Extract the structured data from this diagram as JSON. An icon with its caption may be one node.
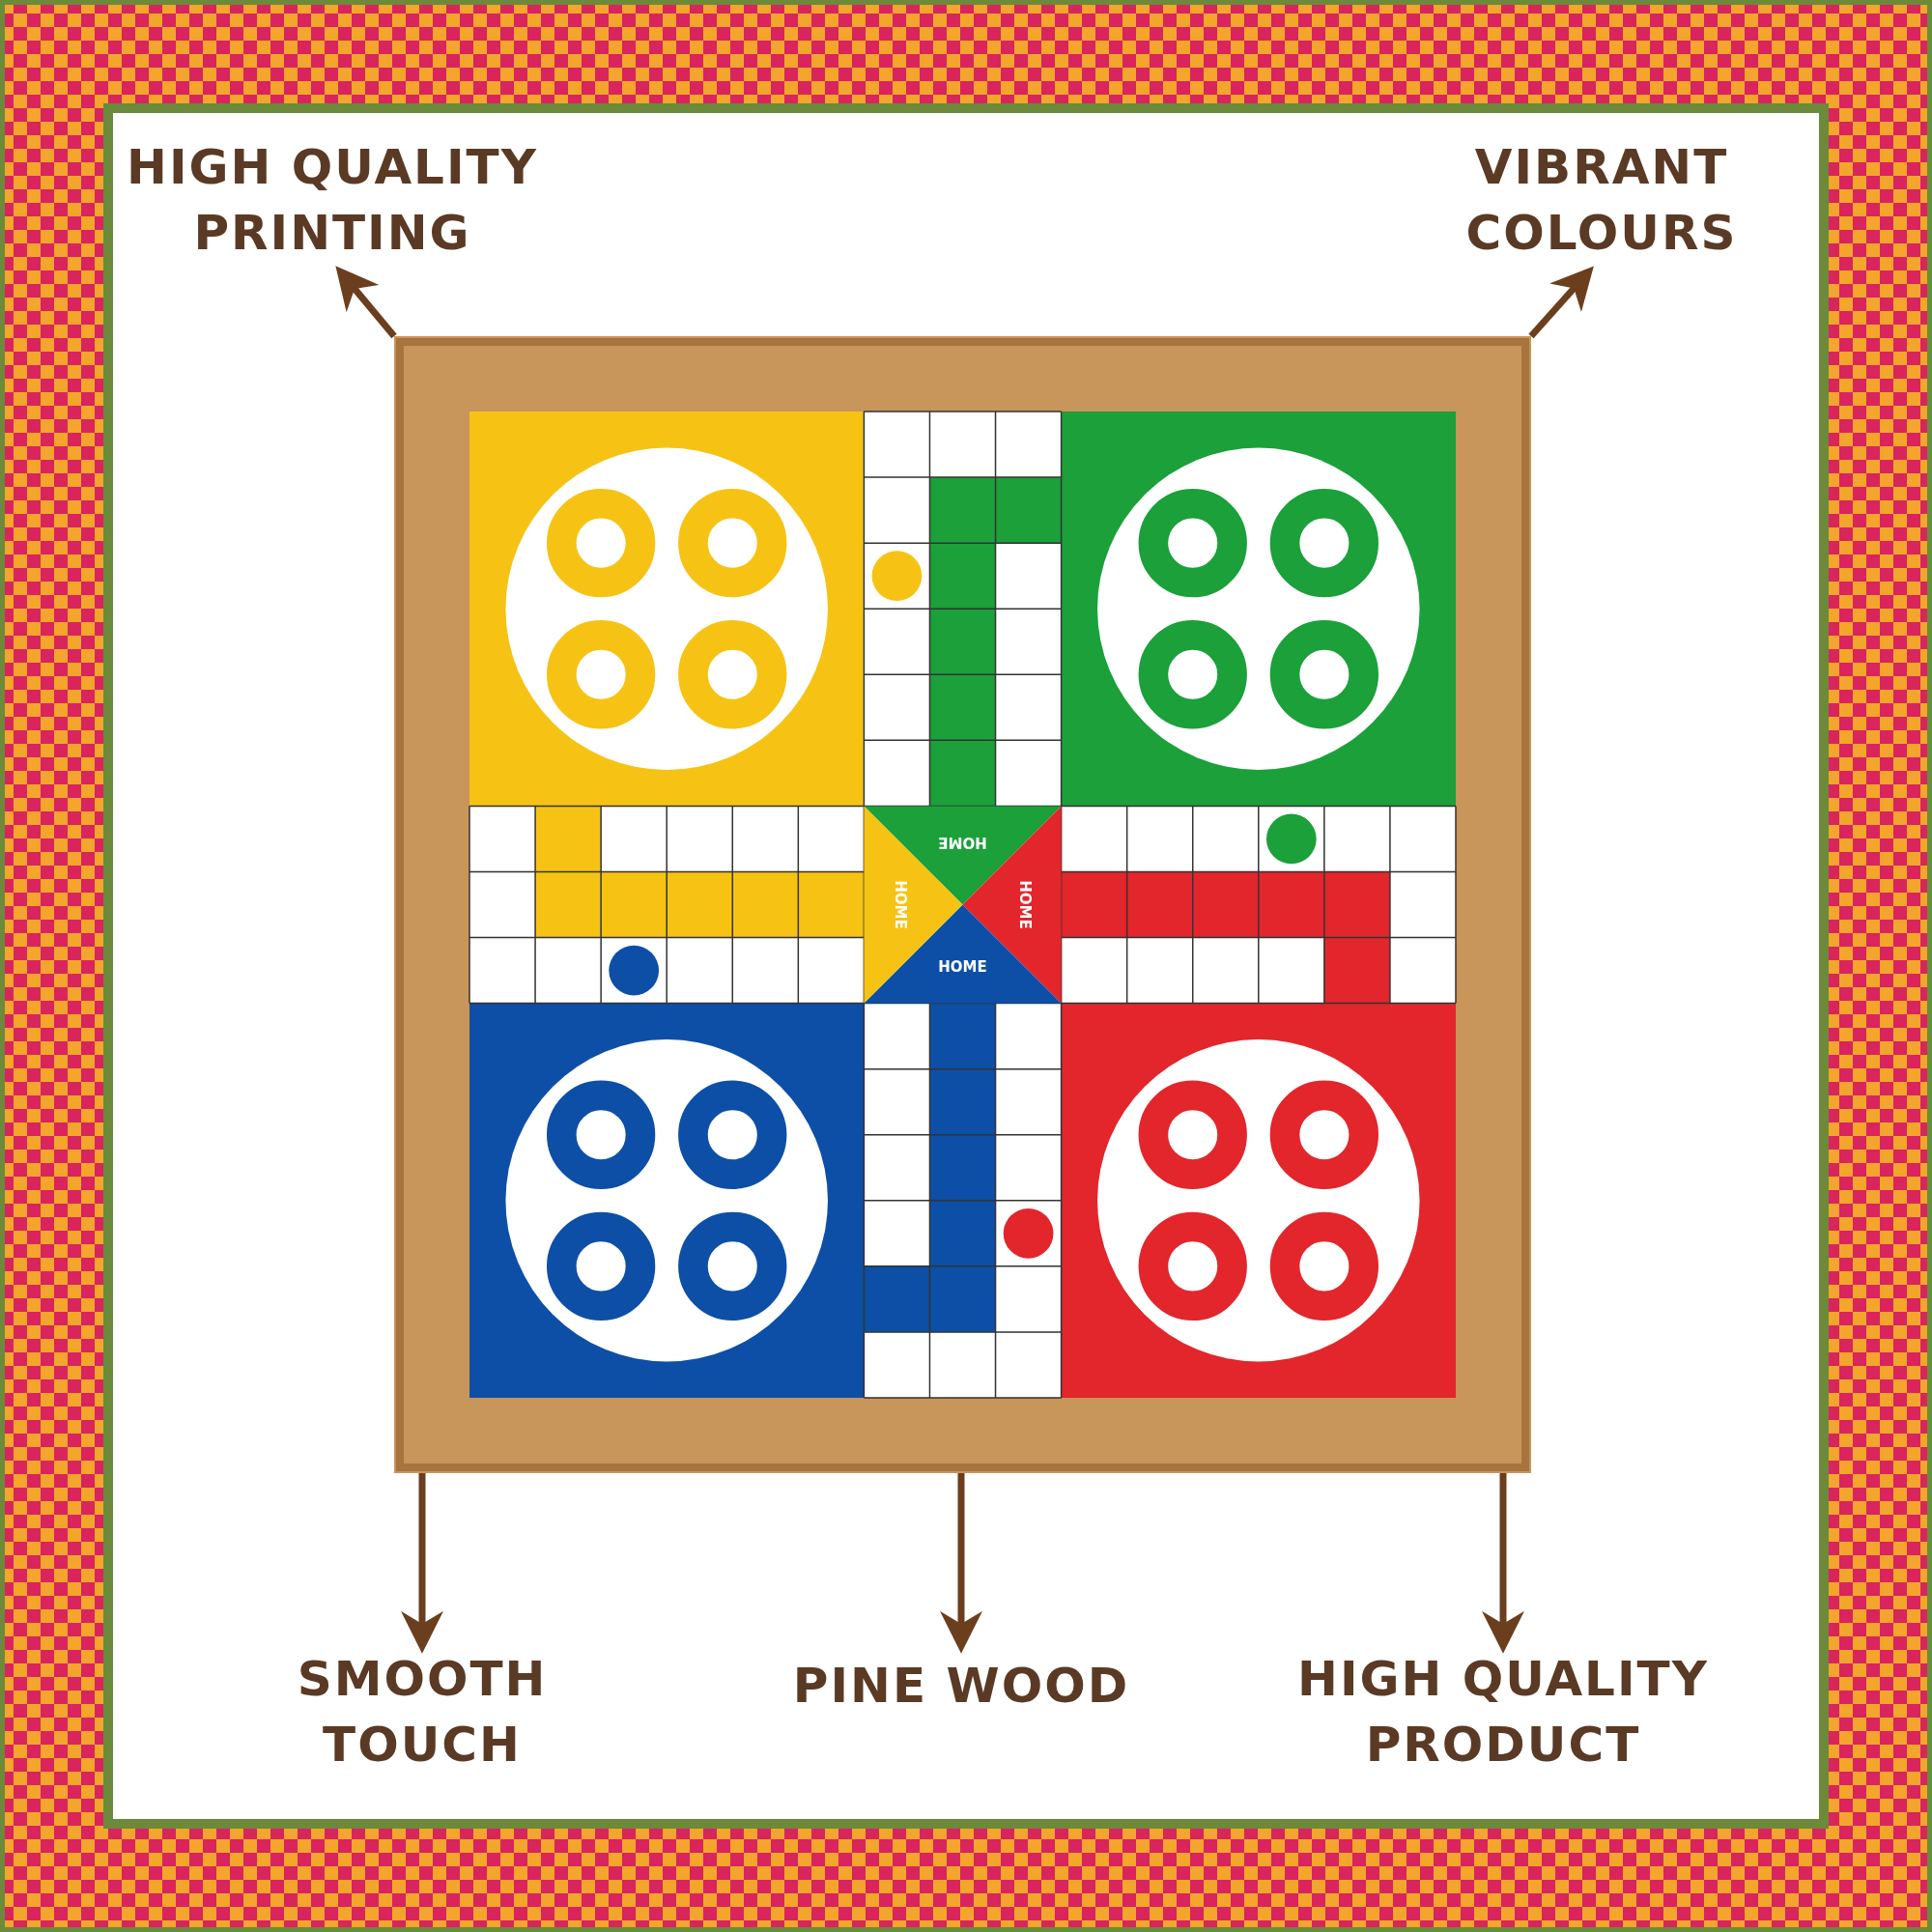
{
  "diagram": {
    "nodes": [
      {
        "text": [],
        "shape": "picture"
      },
      {
        "text": [
          "HIGH QUALITY PRINTING"
        ]
      },
      {
        "text": [
          "VIBRANT COLOURS"
        ]
      },
      {
        "text": [
          "SMOOTH TOUCH"
        ]
      },
      {
        "text": [
          "PINE WOOD"
        ]
      },
      {
        "text": [
          "HIGH QUALITY PRODUCT"
        ]
      }
    ],
    "edges": [
      {
        "from": 0,
        "to": 1,
        "arrow": "to"
      },
      {
        "from": 0,
        "to": 2,
        "arrow": "to"
      },
      {
        "from": 0,
        "to": 3,
        "arrow": "to"
      },
      {
        "from": 0,
        "to": 4,
        "arrow": "to"
      },
      {
        "from": 0,
        "to": 5,
        "arrow": "to"
      }
    ],
    "labels": [
      "HOME",
      "HOME",
      "HOME",
      "HOME"
    ]
  }
}
